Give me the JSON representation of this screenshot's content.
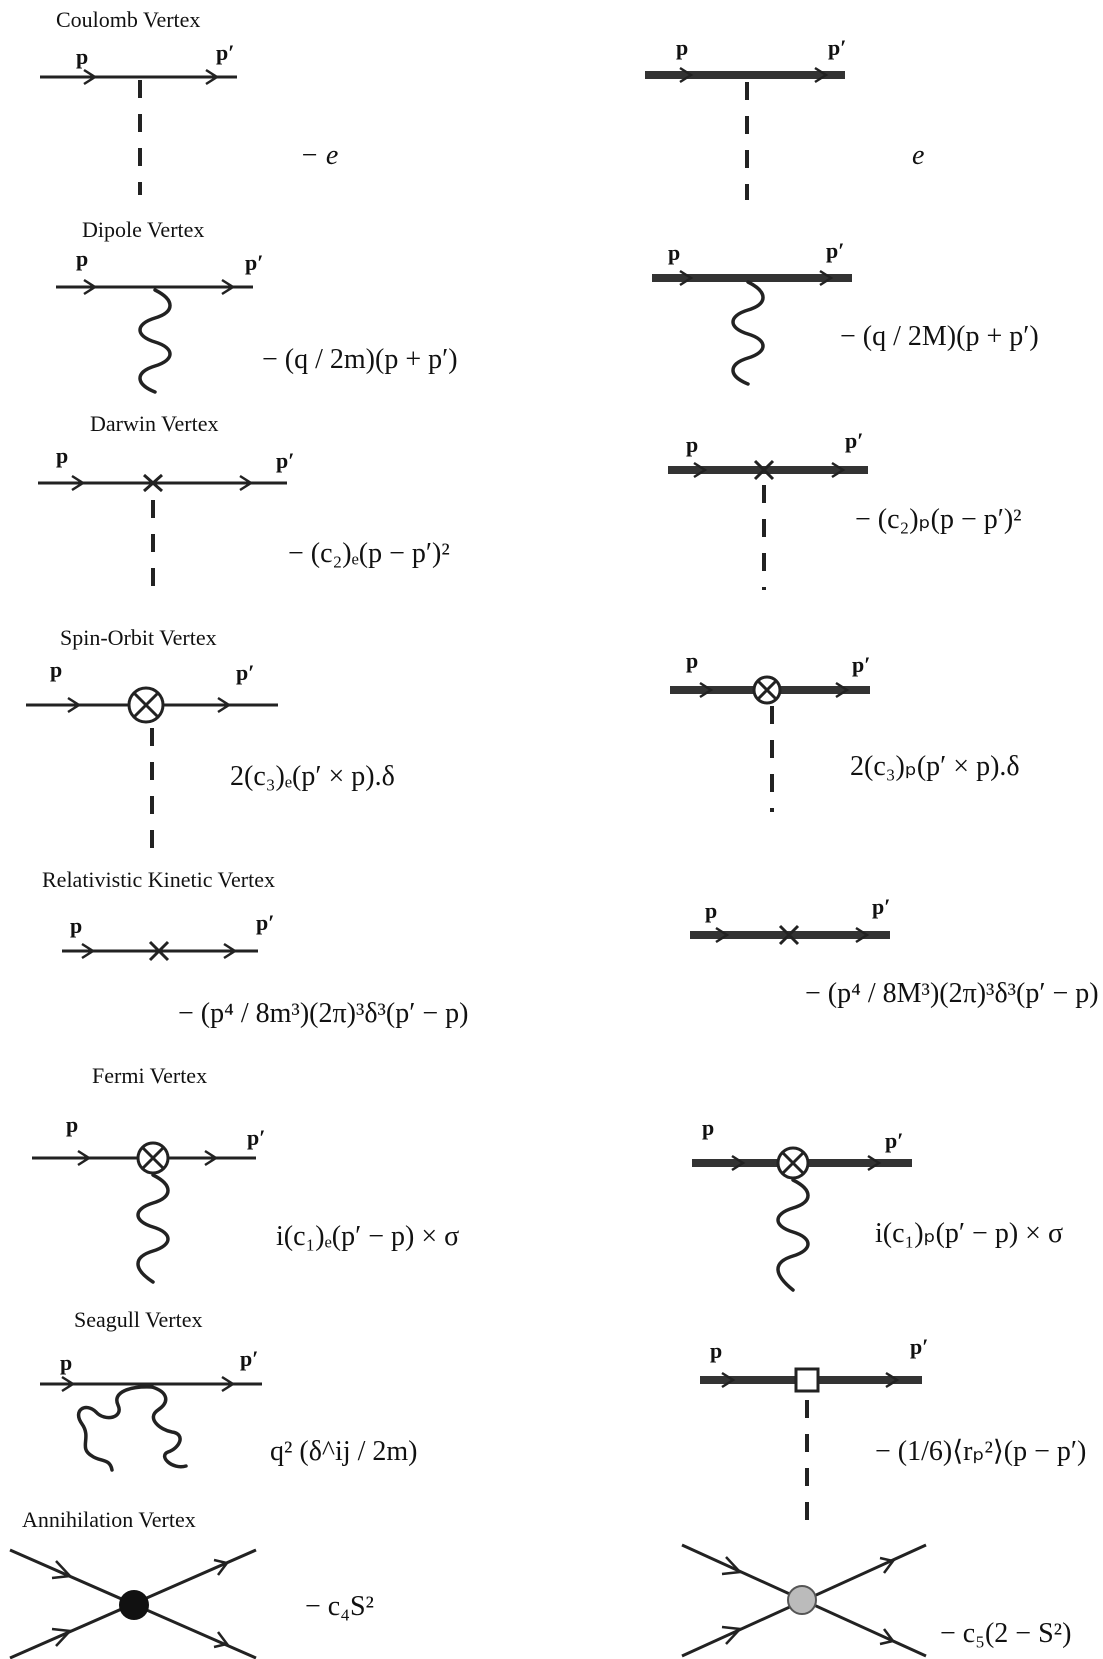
{
  "vertices": [
    {
      "title": "Coulomb Vertex",
      "left": {
        "p": "p",
        "pp": "p′",
        "factor": "− e"
      },
      "right": {
        "p": "p",
        "pp": "p′",
        "factor": "e"
      }
    },
    {
      "title": "Dipole Vertex",
      "left": {
        "p": "p",
        "pp": "p′",
        "factor": "− (q / 2m)(p + p′)"
      },
      "right": {
        "p": "p",
        "pp": "p′",
        "factor": "− (q / 2M)(p + p′)"
      }
    },
    {
      "title": "Darwin Vertex",
      "left": {
        "p": "p",
        "pp": "p′",
        "factor": "− (c₂)ₑ(p − p′)²"
      },
      "right": {
        "p": "p",
        "pp": "p′",
        "factor": "− (c₂)ₚ(p − p′)²"
      }
    },
    {
      "title": "Spin-Orbit Vertex",
      "left": {
        "p": "p",
        "pp": "p′",
        "factor": "2(c₃)ₑ(p′ × p).δ"
      },
      "right": {
        "p": "p",
        "pp": "p′",
        "factor": "2(c₃)ₚ(p′ × p).δ"
      }
    },
    {
      "title": "Relativistic Kinetic Vertex",
      "left": {
        "p": "p",
        "pp": "p′",
        "factor": "− (p⁴ / 8m³)(2π)³δ³(p′ − p)"
      },
      "right": {
        "p": "p",
        "pp": "p′",
        "factor": "− (p⁴ / 8M³)(2π)³δ³(p′ − p)"
      }
    },
    {
      "title": "Fermi Vertex",
      "left": {
        "p": "p",
        "pp": "p′",
        "factor": "i(c₁)ₑ(p′ − p) × σ"
      },
      "right": {
        "p": "p",
        "pp": "p′",
        "factor": "i(c₁)ₚ(p′ − p) × σ"
      }
    },
    {
      "title": "Seagull Vertex",
      "left": {
        "p": "p",
        "pp": "p′",
        "factor": "q² (δ^ij / 2m)"
      },
      "right": {
        "p": "p",
        "pp": "p′",
        "factor": "− (1/6)⟨rₚ²⟩(p − p′)"
      }
    },
    {
      "title": "Annihilation Vertex",
      "left": {
        "factor": "− c₄S²"
      },
      "right": {
        "factor": "− c₅(2 − S²)"
      }
    }
  ]
}
